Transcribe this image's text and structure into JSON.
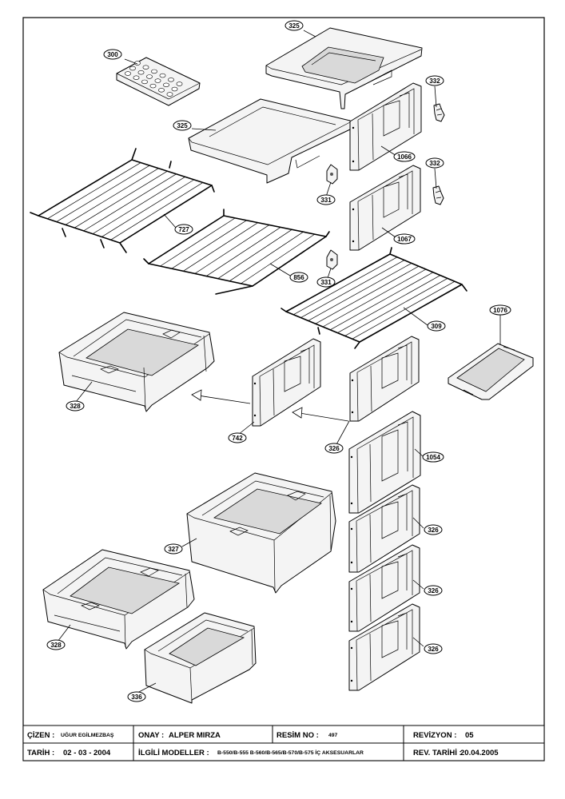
{
  "callouts": [
    {
      "id": "c325a",
      "label": "325"
    },
    {
      "id": "c300",
      "label": "300"
    },
    {
      "id": "c332a",
      "label": "332"
    },
    {
      "id": "c325b",
      "label": "325"
    },
    {
      "id": "c1066",
      "label": "1066"
    },
    {
      "id": "c332b",
      "label": "332"
    },
    {
      "id": "c331a",
      "label": "331"
    },
    {
      "id": "c727",
      "label": "727"
    },
    {
      "id": "c1067",
      "label": "1067"
    },
    {
      "id": "c856",
      "label": "856"
    },
    {
      "id": "c331b",
      "label": "331"
    },
    {
      "id": "c309",
      "label": "309"
    },
    {
      "id": "c1076",
      "label": "1076"
    },
    {
      "id": "c328a",
      "label": "328"
    },
    {
      "id": "c742",
      "label": "742"
    },
    {
      "id": "c326a",
      "label": "326"
    },
    {
      "id": "c1054",
      "label": "1054"
    },
    {
      "id": "c326b",
      "label": "326"
    },
    {
      "id": "c327",
      "label": "327"
    },
    {
      "id": "c326c",
      "label": "326"
    },
    {
      "id": "c328b",
      "label": "328"
    },
    {
      "id": "c326d",
      "label": "326"
    },
    {
      "id": "c336",
      "label": "336"
    }
  ],
  "title_block": {
    "drawn_by_label": "ÇİZEN :",
    "drawn_by": "UĞUR EGİLMEZBAŞ",
    "approved_label": "ONAY :",
    "approved_by": "ALPER MIRZA",
    "drawing_no_label": "RESİM NO :",
    "drawing_no": "497",
    "revision_label": "REVİZYON :",
    "revision": "05",
    "date_label": "TARİH :",
    "date": "02 - 03 - 2004",
    "models_label": "İLGİLİ MODELLER :",
    "models": "B-550/B-555 B-560/B-565/B-570/B-575 İÇ AKSESUARLAR",
    "rev_date_label": "REV. TARİHİ :",
    "rev_date": "20.04.2005"
  }
}
